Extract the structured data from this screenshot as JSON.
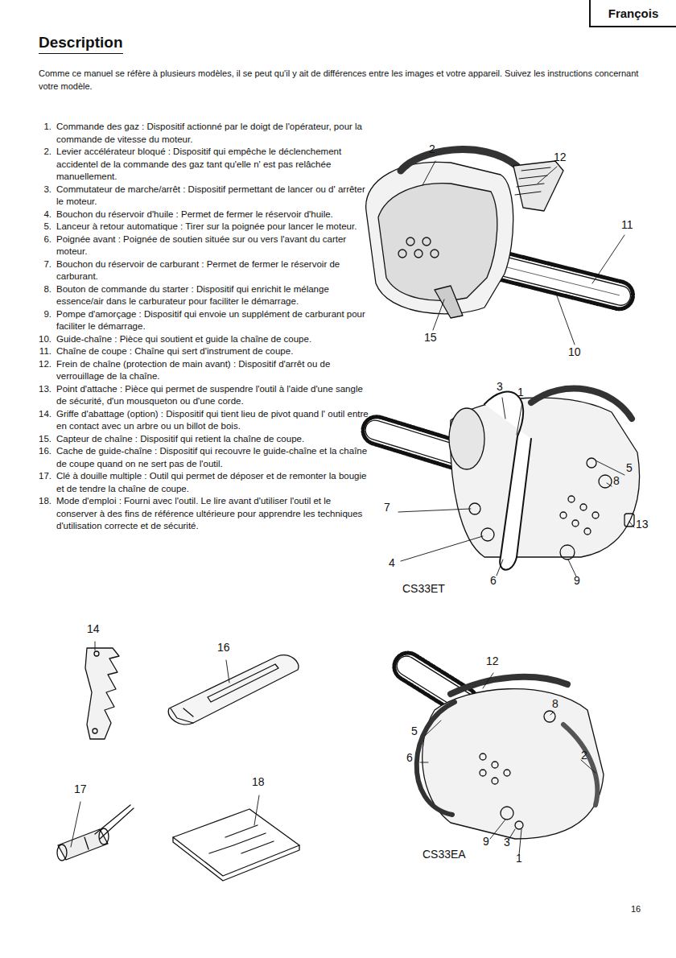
{
  "diagram": {
    "title": "Description",
    "nodes": [
      {
        "text": [
          "François"
        ]
      }
    ],
    "labels": [
      "Comme ce manuel se réfère à plusieurs modèles, il se peut qu'il y ait de différences entre les images et votre appareil. Suivez les instructions concernant votre modèle.",
      "1.",
      "Commande des gaz : Dispositif actionné par le doigt de l'opérateur, pour la commande de vitesse du moteur.",
      "2.",
      "Levier accélérateur bloqué : Dispositif qui empêche le déclenchement accidentel de la commande des gaz tant qu'elle n' est pas relâchée manuellement.",
      "3.",
      "Commutateur de marche/arrêt : Dispositif permettant de lancer ou d' arrêter le moteur.",
      "4.",
      "Bouchon du réservoir d'huile : Permet de fermer le réservoir d'huile.",
      "5.",
      "Lanceur à retour automatique : Tirer sur la poignée pour lancer le moteur.",
      "6.",
      "Poignée avant : Poignée de soutien située sur ou vers l'avant du carter moteur.",
      "7.",
      "Bouchon du réservoir de carburant : Permet de fermer le réservoir de carburant.",
      "8.",
      "Bouton de commande du starter : Dispositif qui enrichit le mélange essence/air dans le carburateur pour faciliter le démarrage.",
      "9.",
      "Pompe d'amorçage : Dispositif qui envoie un supplément de carburant pour faciliter le démarrage.",
      "10.",
      "Guide-chaîne : Pièce qui soutient et guide la chaîne de coupe.",
      "11.",
      "Chaîne de coupe : Chaîne qui sert d'instrument de coupe.",
      "12.",
      "Frein de chaîne (protection de main avant) : Dispositif d'arrêt ou de verrouillage de la chaîne.",
      "13.",
      "Point d'attache : Pièce qui permet de suspendre l'outil à l'aide d'une sangle de sécurité, d'un mousqueton ou d'une corde.",
      "14.",
      "Griffe d'abattage (option) : Dispositif qui tient lieu de pivot quand l' outil entre en contact avec un arbre ou un billot de bois.",
      "15.",
      "Capteur de chaîne : Dispositif qui retient la chaîne de coupe.",
      "16.",
      "Cache de guide-chaîne : Dispositif qui recouvre le guide-chaîne et la chaîne de coupe quand on ne sert pas de l'outil.",
      "17.",
      "Clé à douille multiple : Outil qui permet de déposer et de remonter la bougie et de tendre la chaîne de coupe.",
      "18.",
      "Mode d'emploi : Fourni avec l'outil. Le lire avant d'utiliser l'outil et le conserver à des fins de référence ultérieure pour apprendre les techniques d'utilisation correcte et de sécurité.",
      "2",
      "12",
      "11",
      "15",
      "10",
      "3",
      "1",
      "5",
      "8",
      "7",
      "13",
      "4",
      "6",
      "9",
      "CS33ET",
      "14",
      "16",
      "17",
      "18",
      "12",
      "8",
      "5",
      "6",
      "2",
      "9",
      "3",
      "1",
      "CS33EA",
      "16"
    ]
  }
}
